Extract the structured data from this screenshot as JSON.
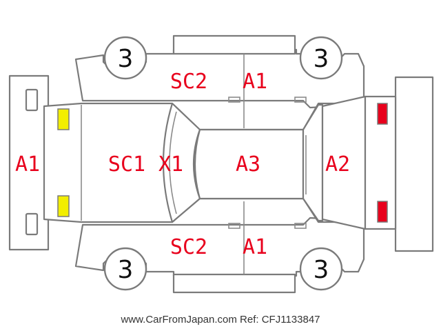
{
  "colors": {
    "damage_code": "#e8001c",
    "front_lamp": "#f2ee00",
    "rear_lamp": "#e8001c",
    "outline": "#7a7a7a"
  },
  "codes": {
    "front_bumper": "A1",
    "hood": "SC1",
    "windshield": "X1",
    "roof": "A3",
    "rear_gate": "A2",
    "left_front_door": "SC2",
    "left_rear_door": "A1",
    "right_front_door": "SC2",
    "right_rear_door": "A1"
  },
  "tires": {
    "front_left": "3",
    "rear_left": "3",
    "front_right": "3",
    "rear_right": "3"
  },
  "footer": "www.CarFromJapan.com Ref: CFJ1133847"
}
